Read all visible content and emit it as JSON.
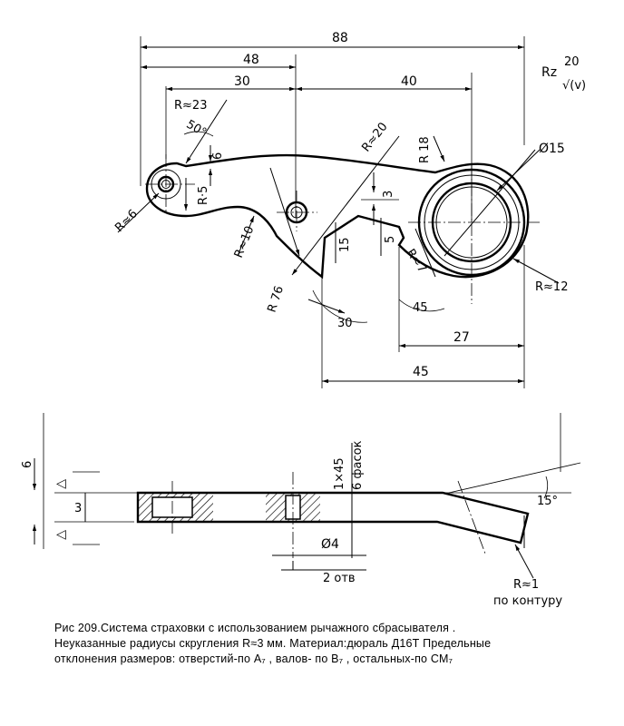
{
  "top_view": {
    "dim_88": "88",
    "dim_48": "48",
    "dim_30": "30",
    "dim_40": "40",
    "r23": "R≈23",
    "angle_50": "50°",
    "dim_6": "6",
    "r5": "R·5",
    "r6": "R≈6",
    "r10": "R≈10",
    "r20": "R≈20",
    "r18": "R 18",
    "dim_3": "3",
    "phi15": "Ø15",
    "dim_15": "15",
    "dim_5": "5",
    "r7": "R≈7",
    "r76": "R 76",
    "r12": "R≈12",
    "dim_30b": "30",
    "angle_45": "45",
    "dim_27": "27",
    "dim_45": "45"
  },
  "roughness": {
    "label": "Rz",
    "value": "20",
    "mark": "√(v)"
  },
  "side_view": {
    "dim_6": "6",
    "dim_3": "3",
    "chamfer": "1×45",
    "chamfer_count": "6 фасок",
    "phi4": "Ø4",
    "holes": "2 отв",
    "angle_15": "15°",
    "r1": "R≈1",
    "contour": "по контуру"
  },
  "caption": {
    "line1": "Рис 209.Система страховки  с использованием рычажного  сбрасывателя .",
    "line2": "Неуказанные радиусы скругления  R≈3 мм. Материал:дюраль Д16Т  Предельные",
    "line3": "отклонения размеров:  отверстий-по А₇ , валов- по В₇ , остальных-по СМ₇"
  }
}
